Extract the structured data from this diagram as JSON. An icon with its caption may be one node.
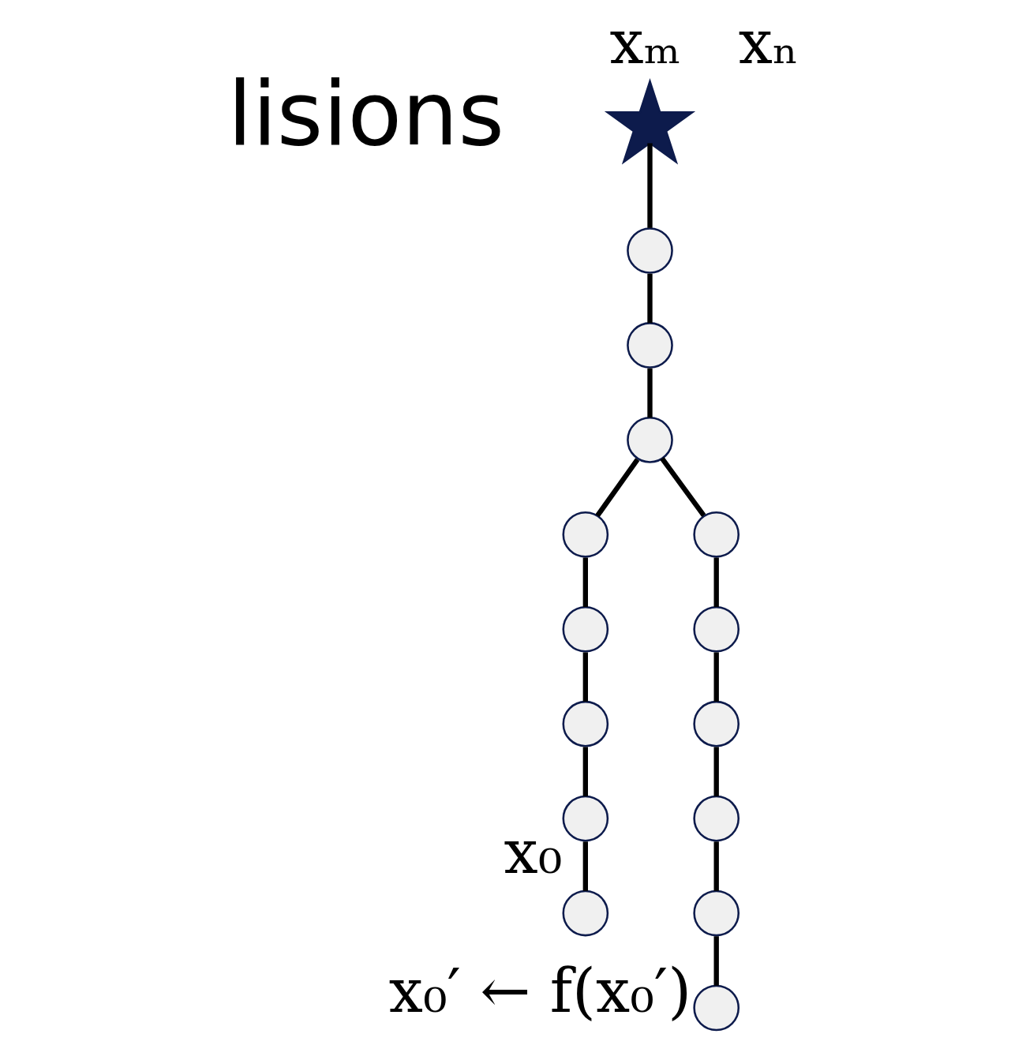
{
  "diagram": {
    "nodes": [
      {
        "text": [],
        "shape": "star",
        "beside": [
          "xₘ",
          "xₙ"
        ]
      },
      {
        "text": [],
        "shape": "circle"
      },
      {
        "text": [],
        "shape": "circle"
      },
      {
        "text": [],
        "shape": "circle"
      },
      {
        "text": [],
        "shape": "circle"
      },
      {
        "text": [],
        "shape": "circle"
      },
      {
        "text": [],
        "shape": "circle"
      },
      {
        "text": [],
        "shape": "circle"
      },
      {
        "text": [],
        "shape": "circle"
      },
      {
        "text": [],
        "shape": "circle"
      },
      {
        "text": [],
        "shape": "circle"
      },
      {
        "text": [],
        "shape": "circle"
      },
      {
        "text": [],
        "shape": "circle"
      },
      {
        "text": [],
        "shape": "circle",
        "beside": [
          "x₀"
        ]
      },
      {
        "text": [],
        "shape": "circle",
        "beside": [
          "x₀′ ← f(x₀′)"
        ]
      }
    ],
    "edges": [
      {
        "from": 0,
        "to": 1,
        "arrow": "none"
      },
      {
        "from": 1,
        "to": 2,
        "arrow": "none"
      },
      {
        "from": 2,
        "to": 3,
        "arrow": "none"
      },
      {
        "from": 3,
        "to": 4,
        "arrow": "none"
      },
      {
        "from": 4,
        "to": 6,
        "arrow": "none"
      },
      {
        "from": 6,
        "to": 8,
        "arrow": "none"
      },
      {
        "from": 8,
        "to": 10,
        "arrow": "none"
      },
      {
        "from": 10,
        "to": 13,
        "arrow": "none"
      },
      {
        "from": 3,
        "to": 5,
        "arrow": "none"
      },
      {
        "from": 5,
        "to": 7,
        "arrow": "none"
      },
      {
        "from": 7,
        "to": 9,
        "arrow": "none"
      },
      {
        "from": 9,
        "to": 11,
        "arrow": "none"
      },
      {
        "from": 11,
        "to": 12,
        "arrow": "none"
      },
      {
        "from": 12,
        "to": 14,
        "arrow": "none"
      }
    ],
    "labels": [
      "lisions"
    ]
  }
}
